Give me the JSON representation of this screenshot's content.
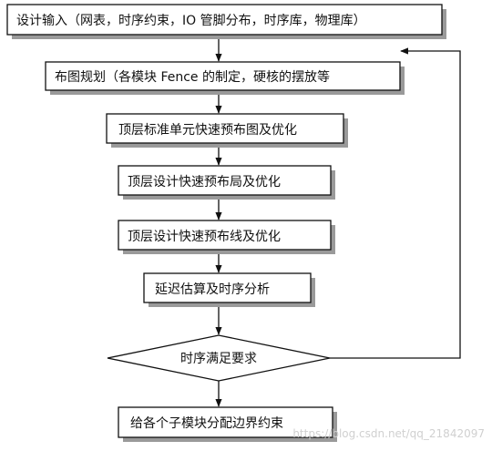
{
  "steps": [
    "设计输入（网表，时序约束，IO 管脚分布，时序库，物理库）",
    "布图规划（各模块 Fence 的制定，硬核的摆放等",
    "顶层标准单元快速预布图及优化",
    "顶层设计快速预布局及优化",
    "顶层设计快速预布线及优化",
    "延迟估算及时序分析",
    "时序满足要求",
    "给各个子模块分配边界约束"
  ],
  "watermark": "https://blog.csdn.net/qq_21842097"
}
